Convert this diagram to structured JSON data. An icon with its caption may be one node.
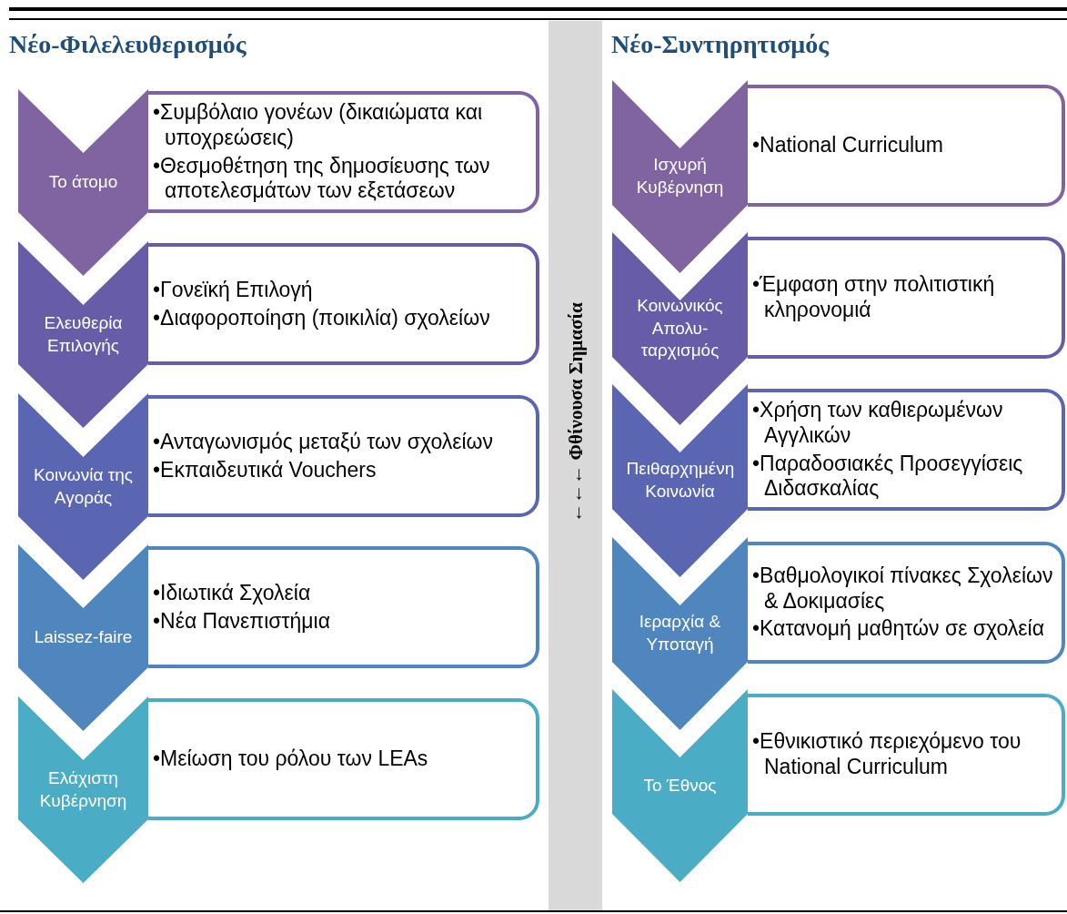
{
  "diagram": {
    "nodes": [
      {
        "text": [
          "Το άτομο"
        ]
      },
      {
        "text": [
          "•Συμβόλαιο γονέων (δικαιώματα και υποχρεώσεις)",
          "•Θεσμοθέτηση της δημοσίευσης των αποτελεσμάτων των εξετάσεων"
        ]
      },
      {
        "text": [
          "Ελευθερία Επιλογής"
        ]
      },
      {
        "text": [
          "•Γονεϊκή Επιλογή",
          "•Διαφοροποίηση (ποικιλία) σχολείων"
        ]
      },
      {
        "text": [
          "Κοινωνία της Αγοράς"
        ]
      },
      {
        "text": [
          "•Ανταγωνισμός μεταξύ των σχολείων",
          "•Εκπαιδευτικά Vouchers"
        ]
      },
      {
        "text": [
          "Laissez-faire"
        ]
      },
      {
        "text": [
          "•Ιδιωτικά Σχολεία",
          "•Νέα Πανεπιστήμια"
        ]
      },
      {
        "text": [
          "Ελάχιστη Κυβέρνηση"
        ]
      },
      {
        "text": [
          "•Μείωση του ρόλου των LEAs"
        ]
      },
      {
        "text": [
          "←←← Φθίνουσα Σημασία"
        ]
      },
      {
        "text": [
          "Ισχυρή Κυβέρνηση"
        ]
      },
      {
        "text": [
          "•National Curriculum"
        ]
      },
      {
        "text": [
          "Κοινωνικός Απολυ-ταρχισμός"
        ]
      },
      {
        "text": [
          "•Έμφαση στην πολιτιστική κληρονομιά"
        ]
      },
      {
        "text": [
          "Πειθαρχημένη Κοινωνία"
        ]
      },
      {
        "text": [
          "•Χρήση των καθιερωμένων Αγγλικών",
          "•Παραδοσιακές Προσεγγίσεις Διδασκαλίας"
        ]
      },
      {
        "text": [
          "Ιεραρχία & Υποταγή"
        ]
      },
      {
        "text": [
          "•Βαθμολογικοί πίνακες Σχολείων & Δοκιμασίες",
          "•Κατανομή μαθητών σε σχολεία"
        ]
      },
      {
        "text": [
          "Το Έθνος"
        ]
      },
      {
        "text": [
          "•Εθνικιστικό περιεχόμενο του National Curriculum"
        ]
      }
    ],
    "labels": [
      "Νέο-Φιλελευθερισμός",
      "Νέο-Συντηρητισμός"
    ]
  }
}
